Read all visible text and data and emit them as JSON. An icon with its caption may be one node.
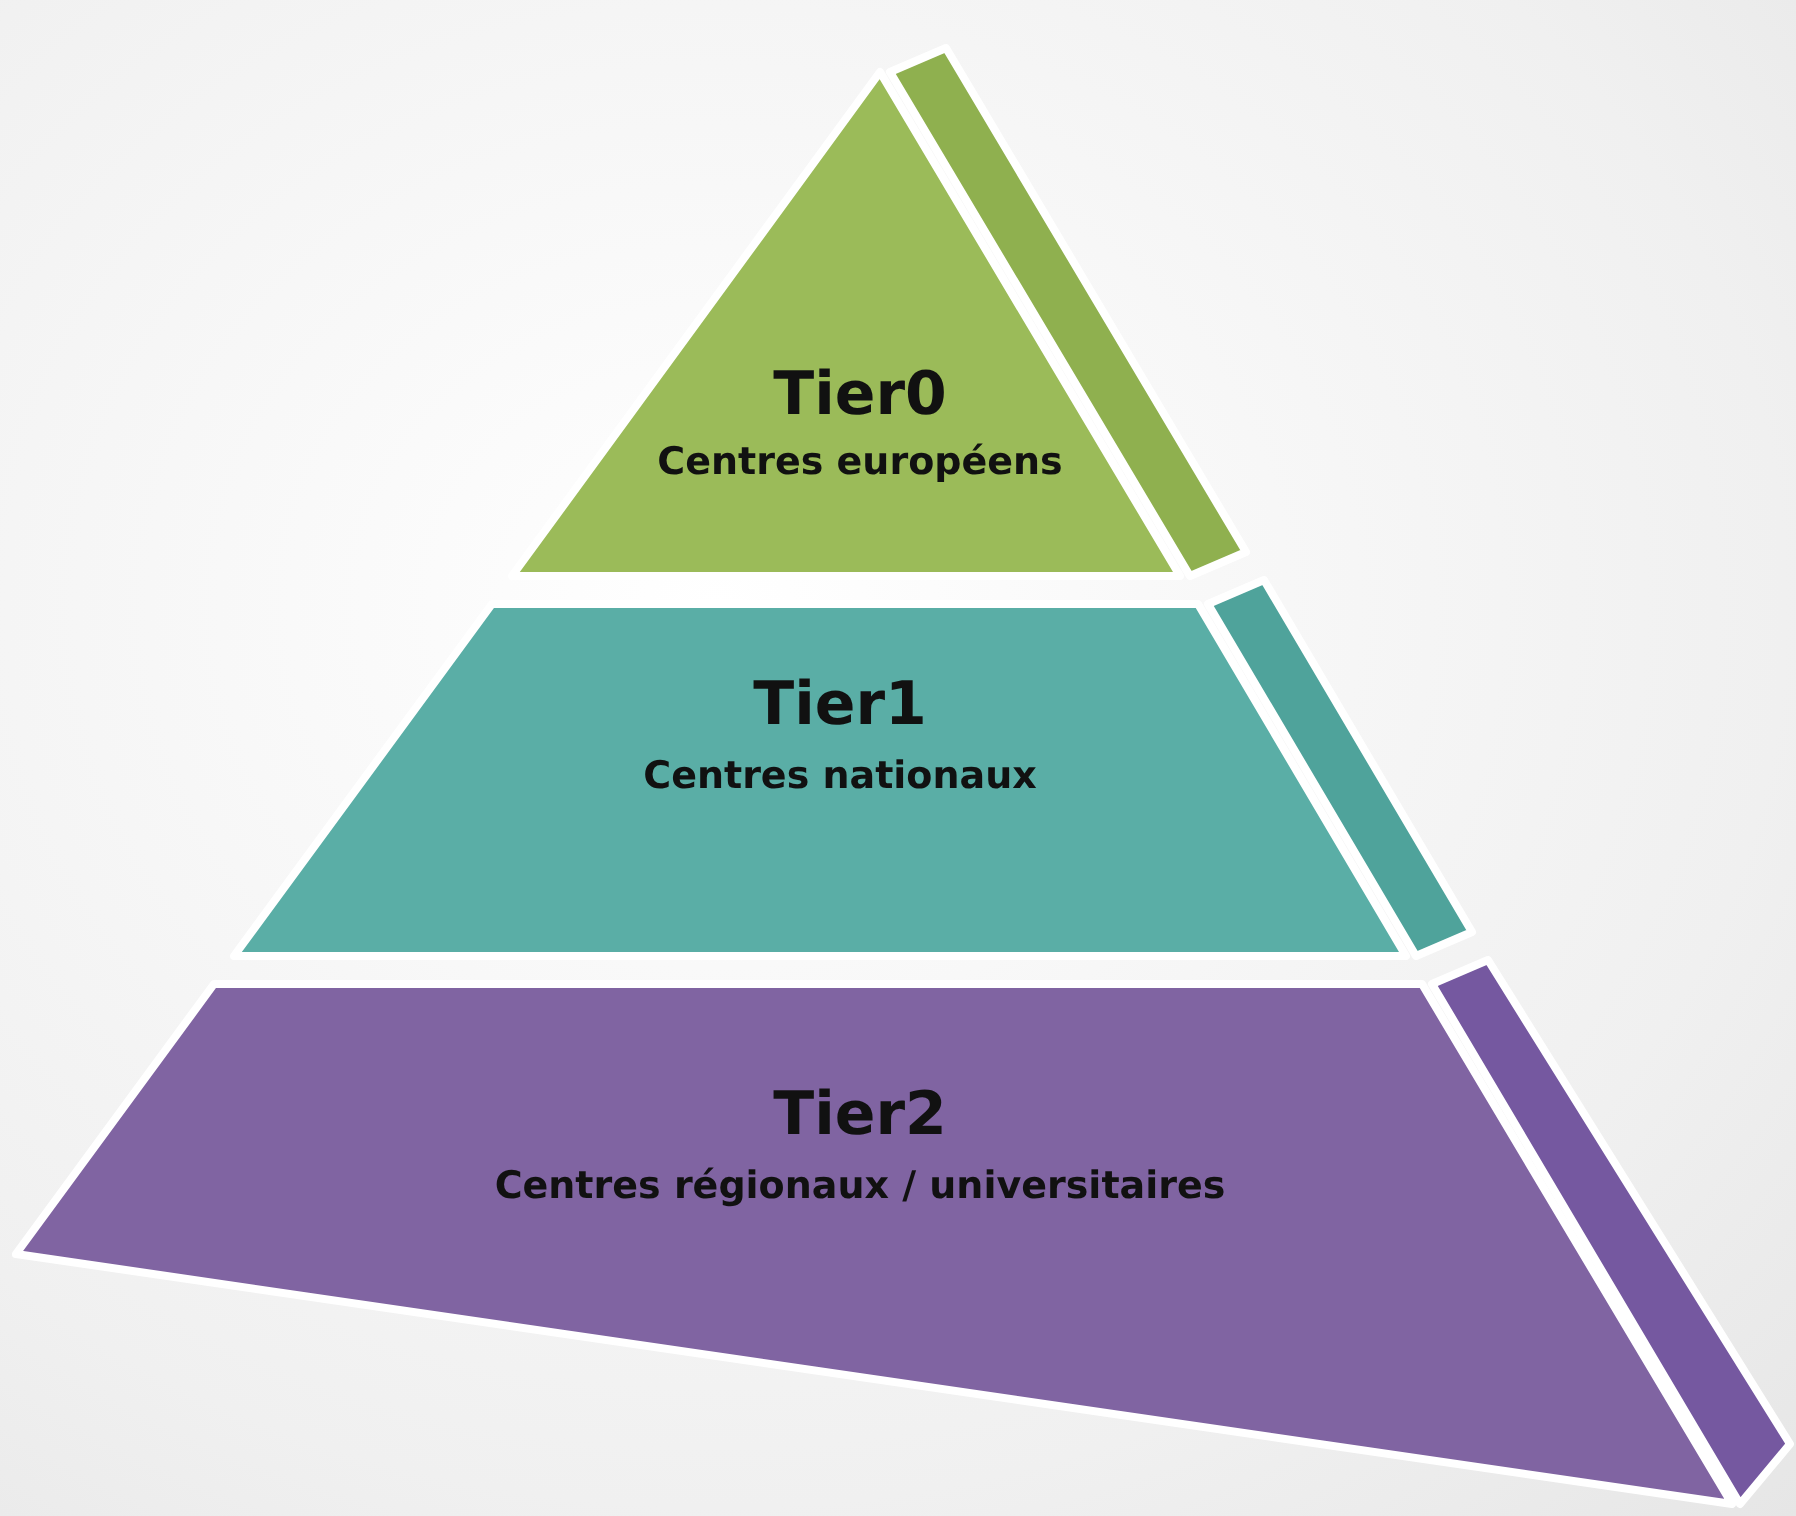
{
  "diagram": {
    "nodes": [
      {
        "text": [
          "Tier0",
          "Centres européens"
        ]
      },
      {
        "text": [
          "Tier1",
          "Centres nationaux"
        ]
      },
      {
        "text": [
          "Tier2",
          "Centres régionaux / universitaires"
        ]
      }
    ]
  }
}
